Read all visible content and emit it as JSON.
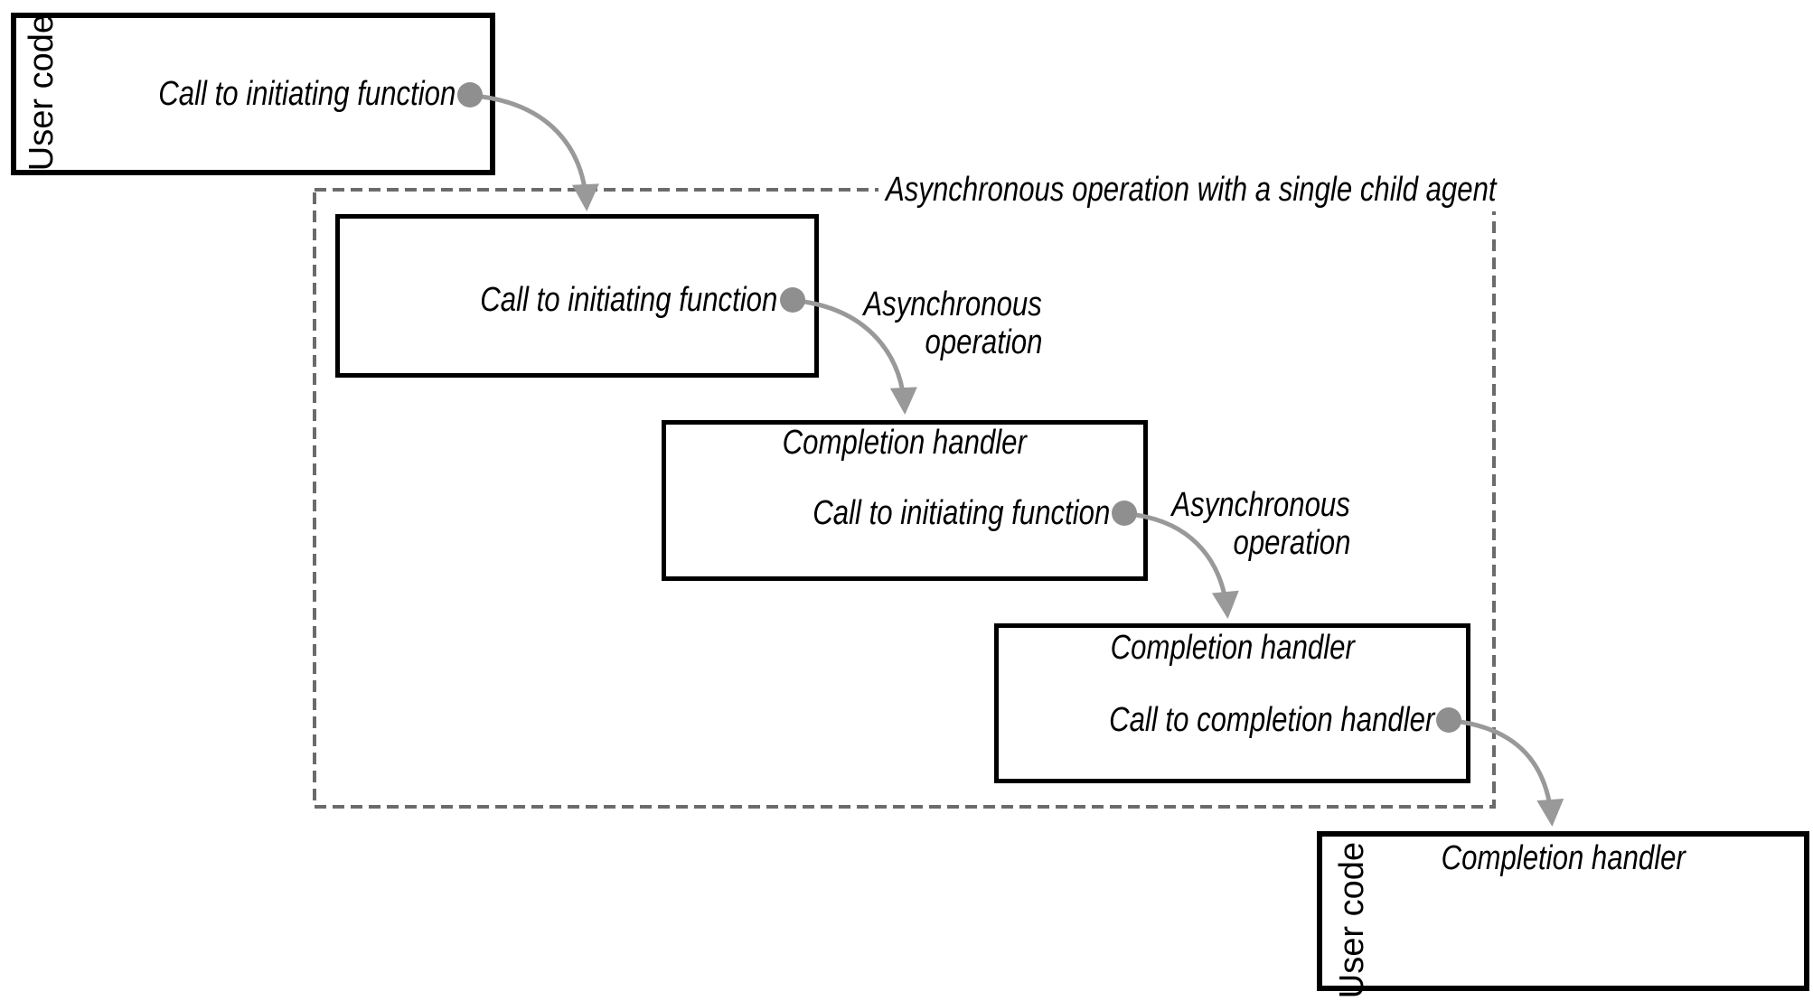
{
  "diagram": {
    "group_label": "Asynchronous operation with a single child agent",
    "boxes": [
      {
        "name": "user-code-caller",
        "side_label": "User code",
        "lines": [
          "Call to initiating function"
        ]
      },
      {
        "name": "initiating-function",
        "lines": [
          "Call to initiating function"
        ]
      },
      {
        "name": "completion-handler-1",
        "lines": [
          "Completion handler",
          "Call to initiating function"
        ]
      },
      {
        "name": "completion-handler-2",
        "lines": [
          "Completion handler",
          "Call to completion handler"
        ]
      },
      {
        "name": "user-code-completion",
        "side_label": "User code",
        "lines": [
          "Completion handler"
        ]
      }
    ],
    "arrow_labels": [
      {
        "line1": "Asynchronous",
        "line2": "operation"
      },
      {
        "line1": "Asynchronous",
        "line2": "operation"
      }
    ],
    "colors": {
      "box_border": "#000000",
      "dashed_border": "#6b6b6b",
      "arrow": "#999999",
      "dot": "#8f8f8f",
      "text": "#000000",
      "background": "#ffffff"
    }
  }
}
